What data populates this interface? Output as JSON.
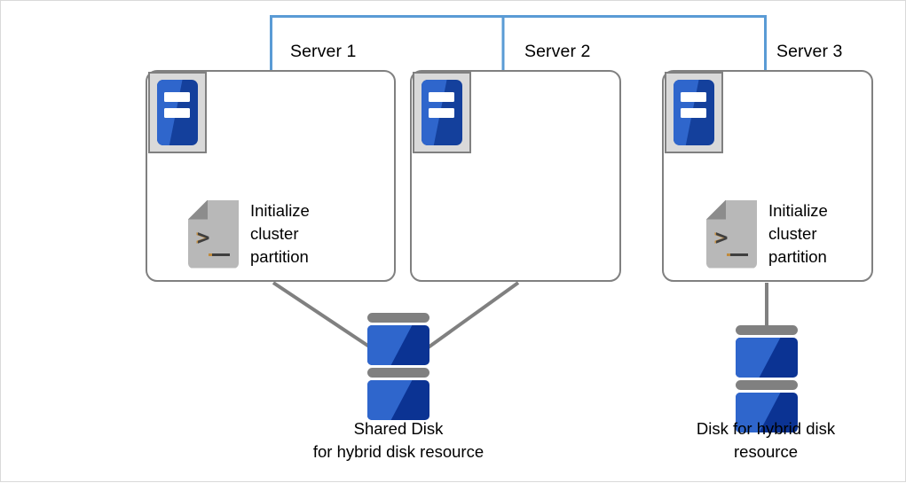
{
  "diagram": {
    "title": "Hybrid disk resource cluster partition initialization",
    "colors": {
      "network_line": "#5a9bd5",
      "connector_line": "#808080",
      "box_border": "#808080",
      "icon_blue_light": "#2f66cc",
      "icon_blue_dark": "#0b3393",
      "icon_frame_gray": "#d9d9d9",
      "script_gray": "#b8b8b8",
      "script_fold_gray": "#8c8c8c",
      "text": "#000000",
      "frame_border": "#d9d9d9"
    },
    "network": {
      "name": "interconnect",
      "orientation": "horizontal-bus-with-drops",
      "drop_count": 3
    },
    "servers": [
      {
        "id": "server-1",
        "caption": "Server 1",
        "icon": "server-icon",
        "has_script": true,
        "script": {
          "icon": "script-icon",
          "label": "Initialize\ncluster\npartition"
        },
        "connects_to": "disk-shared"
      },
      {
        "id": "server-2",
        "caption": "Server 2",
        "icon": "server-icon",
        "has_script": false,
        "script": null,
        "connects_to": "disk-shared"
      },
      {
        "id": "server-3",
        "caption": "Server 3",
        "icon": "server-icon",
        "has_script": true,
        "script": {
          "icon": "script-icon",
          "label": "Initialize\ncluster\npartition"
        },
        "connects_to": "disk-right"
      }
    ],
    "disks": [
      {
        "id": "disk-shared",
        "icon": "disk-icon",
        "caption": "Shared Disk\nfor hybrid disk resource",
        "platters": 2
      },
      {
        "id": "disk-right",
        "icon": "disk-icon",
        "caption": "Disk for hybrid disk\nresource",
        "platters": 2
      }
    ]
  }
}
